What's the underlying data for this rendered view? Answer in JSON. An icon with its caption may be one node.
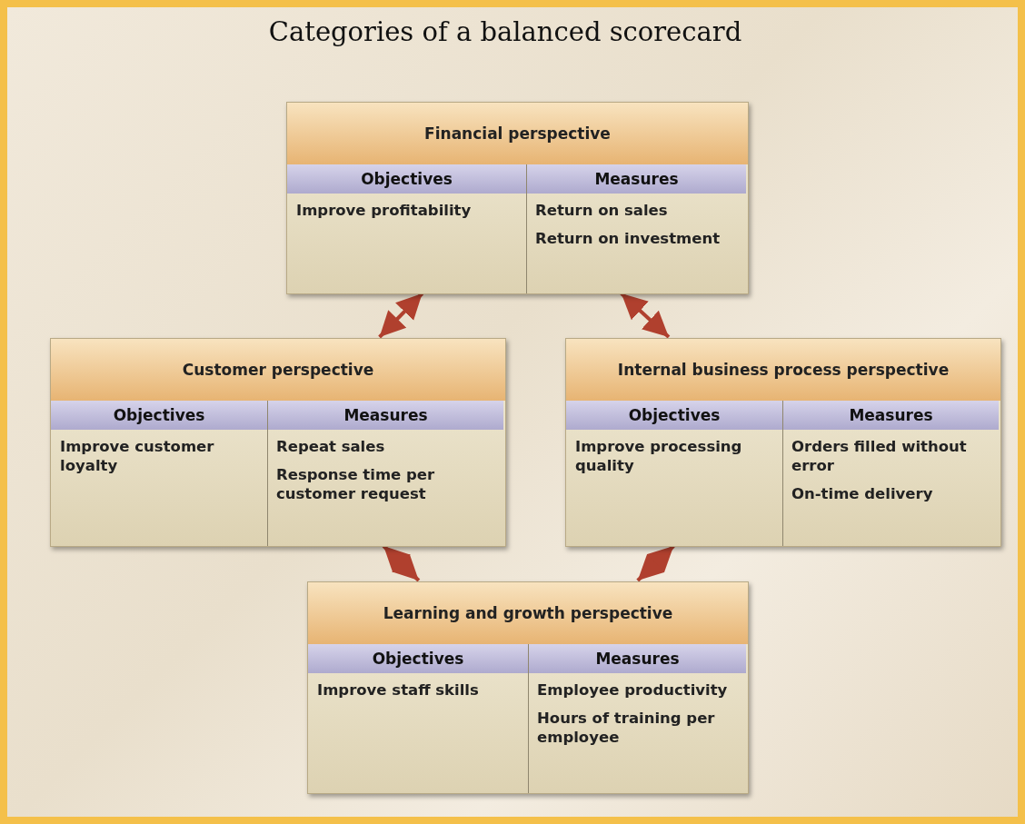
{
  "diagram": {
    "title": "Categories of a balanced scorecard",
    "nodes": [
      {
        "text": [
          "Financial perspective",
          "Objectives",
          "Measures",
          "Improve profitability",
          "Return on sales",
          "Return on investment"
        ]
      },
      {
        "text": [
          "Customer perspective",
          "Objectives",
          "Measures",
          "Improve customer loyalty",
          "Repeat sales",
          "Response time per customer request"
        ]
      },
      {
        "text": [
          "Internal business process perspective",
          "Objectives",
          "Measures",
          "Improve processing quality",
          "Orders filled without error",
          "On-time delivery"
        ]
      },
      {
        "text": [
          "Learning and growth perspective",
          "Objectives",
          "Measures",
          "Improve staff skills",
          "Employee productivity",
          "Hours of training per employee"
        ]
      }
    ],
    "edges": [
      {
        "from": 0,
        "to": 1,
        "arrow": "both"
      },
      {
        "from": 0,
        "to": 2,
        "arrow": "both"
      },
      {
        "from": 1,
        "to": 3,
        "arrow": "both"
      },
      {
        "from": 2,
        "to": 3,
        "arrow": "both"
      }
    ]
  }
}
